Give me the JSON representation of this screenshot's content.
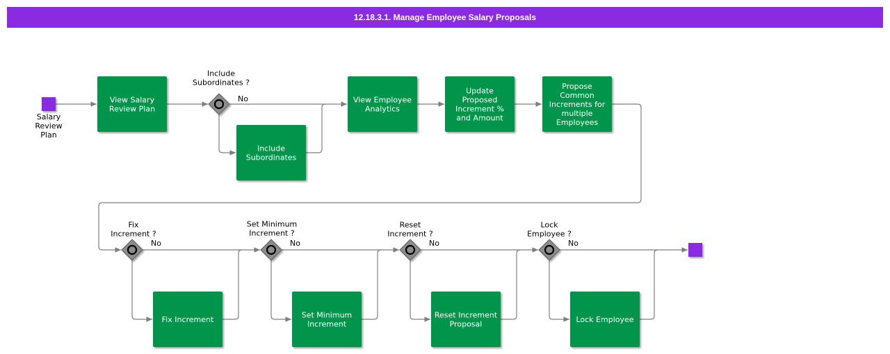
{
  "title": "12.18.3.1. Manage Employee Salary Proposals",
  "start_event": {
    "label": [
      "Salary",
      "Review",
      "Plan"
    ]
  },
  "tasks": [
    {
      "id": "view-salary-review-plan",
      "lines": [
        "View Salary",
        "Review Plan"
      ]
    },
    {
      "id": "include-subordinates",
      "lines": [
        "Include",
        "Subordinates"
      ]
    },
    {
      "id": "view-employee-analytics",
      "lines": [
        "View Employee",
        "Analytics"
      ]
    },
    {
      "id": "update-proposed-increment",
      "lines": [
        "Update",
        "Proposed",
        "Increment %",
        "and Amount"
      ]
    },
    {
      "id": "propose-common-increments",
      "lines": [
        "Propose",
        "Common",
        "Increments for",
        "multiple",
        "Employees"
      ]
    },
    {
      "id": "fix-increment",
      "lines": [
        "Fix Increment"
      ]
    },
    {
      "id": "set-minimum-increment",
      "lines": [
        "Set Minimum",
        "Increment"
      ]
    },
    {
      "id": "reset-increment-proposal",
      "lines": [
        "Reset Increment",
        "Proposal"
      ]
    },
    {
      "id": "lock-employee",
      "lines": [
        "Lock Employee"
      ]
    }
  ],
  "gateways": [
    {
      "id": "include-subordinates",
      "label": [
        "Include",
        "Subordinates ?"
      ],
      "no": "No"
    },
    {
      "id": "fix-increment",
      "label": [
        "Fix",
        "Increment ?"
      ],
      "no": "No"
    },
    {
      "id": "set-minimum-increment",
      "label": [
        "Set Minimum",
        "Increment ?"
      ],
      "no": "No"
    },
    {
      "id": "reset-increment",
      "label": [
        "Reset",
        "Increment ?"
      ],
      "no": "No"
    },
    {
      "id": "lock-employee",
      "label": [
        "Lock",
        "Employee ?"
      ],
      "no": "No"
    }
  ]
}
